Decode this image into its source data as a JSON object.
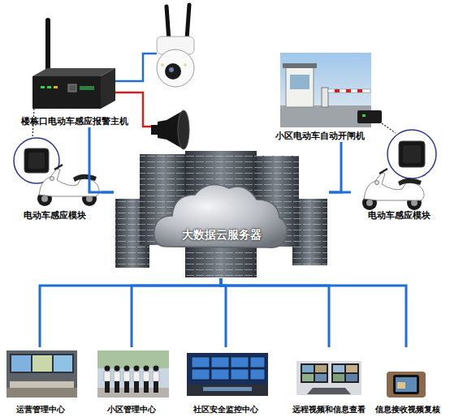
{
  "diagram": {
    "nodes": [
      {
        "text": [
          "楼栋口电动车感应报警主机"
        ]
      },
      {
        "text": [
          "电动车感应模块"
        ]
      },
      {
        "text": [
          "小区电动车自动开闸机"
        ]
      },
      {
        "text": [
          "电动车感应模块"
        ]
      },
      {
        "text": [
          "大数据云服务器"
        ]
      },
      {
        "text": [
          "运营管理中心"
        ]
      },
      {
        "text": [
          "小区管理中心"
        ]
      },
      {
        "text": [
          "社区安全监控中心"
        ]
      },
      {
        "text": [
          "远程视频和信息查看"
        ]
      },
      {
        "text": [
          "信息接收视频复核"
        ]
      }
    ],
    "edges": [
      {
        "from": 0,
        "to": 4,
        "arrow": "none"
      },
      {
        "from": 1,
        "to": 4,
        "arrow": "none"
      },
      {
        "from": 2,
        "to": 4,
        "arrow": "none"
      },
      {
        "from": 3,
        "to": 4,
        "arrow": "none"
      },
      {
        "from": 4,
        "to": 5,
        "arrow": "none"
      },
      {
        "from": 4,
        "to": 6,
        "arrow": "none"
      },
      {
        "from": 4,
        "to": 7,
        "arrow": "none"
      },
      {
        "from": 4,
        "to": 8,
        "arrow": "none"
      },
      {
        "from": 4,
        "to": 9,
        "arrow": "none"
      }
    ]
  }
}
